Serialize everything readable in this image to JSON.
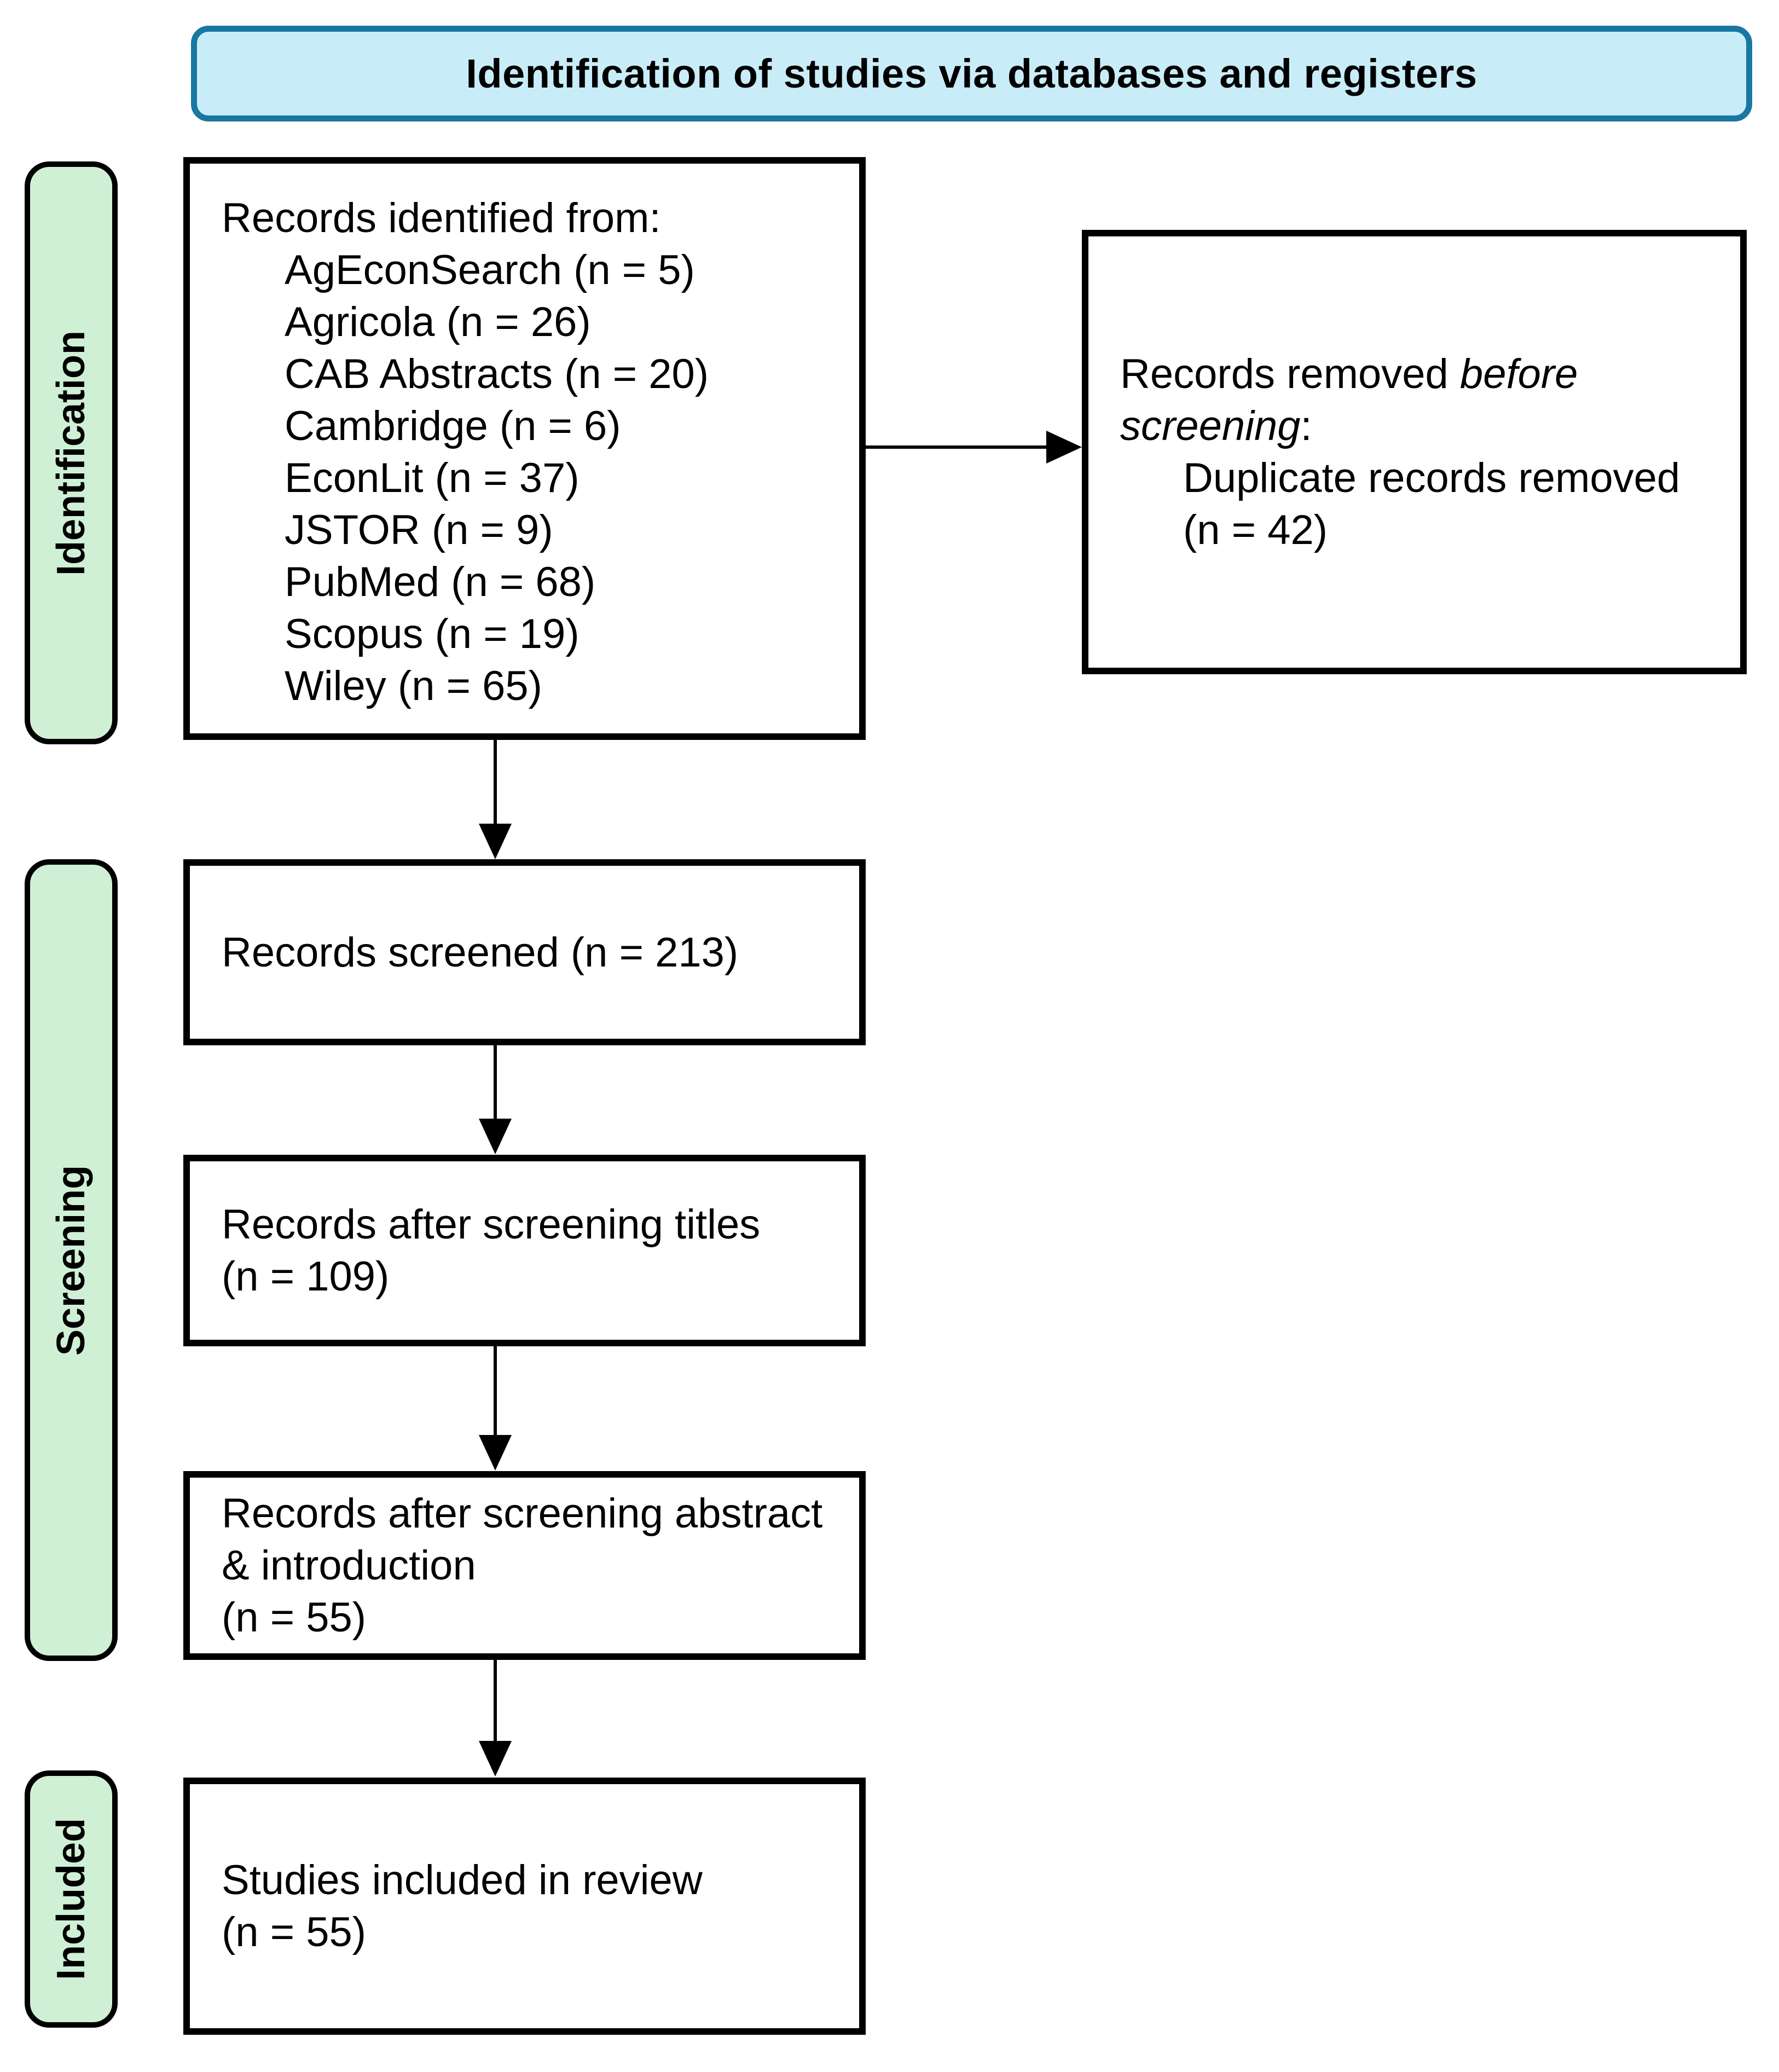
{
  "title": "Identification of studies via databases and registers",
  "stages": [
    {
      "label": "Identification"
    },
    {
      "label": "Screening"
    },
    {
      "label": "Included"
    }
  ],
  "boxes": {
    "identified": {
      "intro": "Records identified from:",
      "sources": [
        "AgEconSearch (n = 5)",
        "Agricola (n = 26)",
        "CAB Abstracts (n = 20)",
        "Cambridge (n = 6)",
        "EconLit (n = 37)",
        "JSTOR (n = 9)",
        "PubMed (n = 68)",
        "Scopus (n = 19)",
        "Wiley (n = 65)"
      ]
    },
    "removed": {
      "text_normal_1": "Records removed ",
      "text_italic_1": "before",
      "text_italic_2": "screening",
      "text_colon": ":",
      "detail": "Duplicate records removed",
      "detail_n": "(n = 42)"
    },
    "screened": {
      "line1": "Records screened (n = 213)"
    },
    "after_titles": {
      "line1": "Records after screening titles",
      "line2": "(n = 109)"
    },
    "after_abstract": {
      "line1": "Records after screening abstract",
      "line2": "& introduction",
      "line3": "(n = 55)"
    },
    "included": {
      "line1": "Studies included in review",
      "line2": "(n = 55)"
    }
  },
  "colors": {
    "title_fill": "#C9EDF8",
    "title_border": "#1878A2",
    "stage_fill": "#D0F0D6",
    "stage_border": "#000000",
    "box_border": "#000000",
    "text": "#000000"
  }
}
